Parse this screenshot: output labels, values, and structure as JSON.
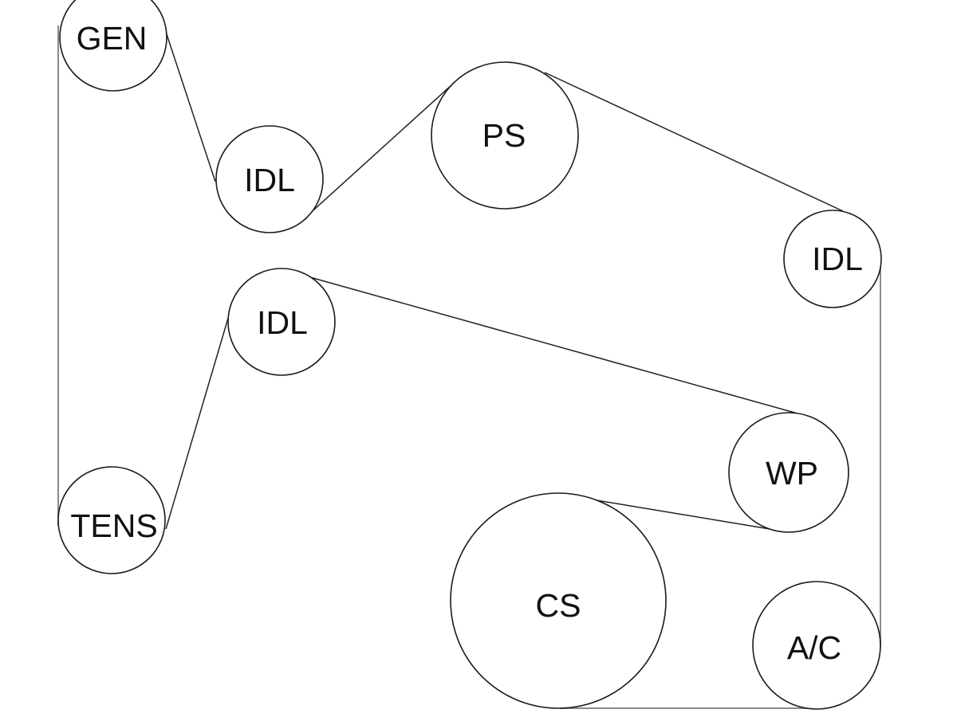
{
  "diagram": {
    "type": "serpentine-belt-routing",
    "pulleys": [
      {
        "id": "gen",
        "label": "GEN"
      },
      {
        "id": "idl-upper",
        "label": "IDL"
      },
      {
        "id": "ps",
        "label": "PS"
      },
      {
        "id": "idl-right",
        "label": "IDL"
      },
      {
        "id": "idl-middle",
        "label": "IDL"
      },
      {
        "id": "tens",
        "label": "TENS"
      },
      {
        "id": "wp",
        "label": "WP"
      },
      {
        "id": "cs",
        "label": "CS"
      },
      {
        "id": "ac",
        "label": "A/C"
      }
    ],
    "belt_route": [
      "GEN",
      "IDL",
      "PS",
      "IDL",
      "A/C",
      "CS",
      "WP",
      "IDL",
      "TENS",
      "GEN"
    ]
  }
}
